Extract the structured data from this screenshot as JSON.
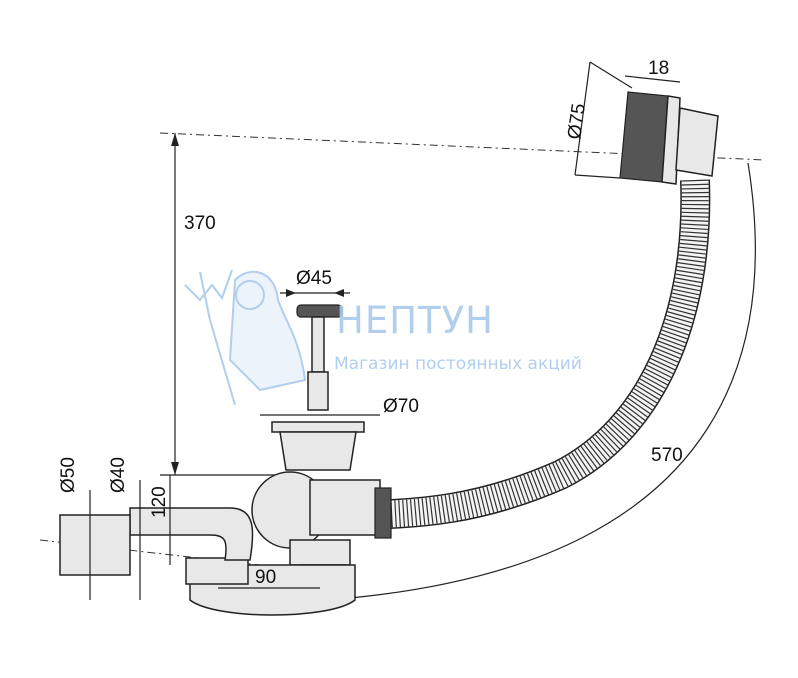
{
  "dimensions": {
    "overflow_width": "18",
    "overflow_diameter": "Ø75",
    "height": "370",
    "plug_diameter": "Ø45",
    "drain_diameter": "Ø70",
    "hose_length": "570",
    "outlet_outer_diameter": "Ø50",
    "outlet_inner_diameter": "Ø40",
    "trap_height": "120",
    "trap_offset": "90"
  },
  "watermark": {
    "brand": "НЕПТУН",
    "tagline": "Магазин постоянных акций"
  }
}
